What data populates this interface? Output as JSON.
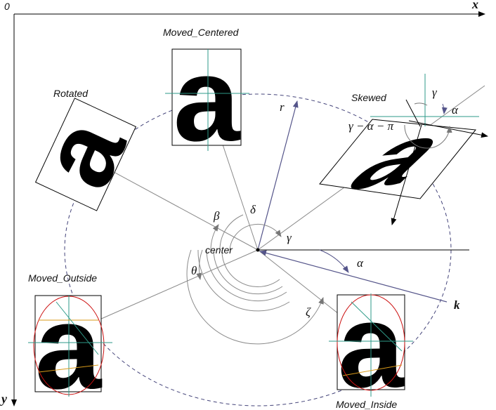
{
  "axes": {
    "origin": "0",
    "x": "x",
    "y": "y"
  },
  "labels": {
    "moved_centered": "Moved_Centered",
    "rotated": "Rotated",
    "skewed": "Skewed",
    "moved_outside": "Moved_Outside",
    "moved_inside": "Moved_Inside",
    "center": "center"
  },
  "greek": {
    "r": "r",
    "delta": "δ",
    "beta": "β",
    "gamma_center": "γ",
    "alpha_center": "α",
    "theta": "θ",
    "zeta": "ζ",
    "k": "k",
    "gamma_skew": "γ",
    "alpha_skew": "α",
    "skew_expr": "γ − α − π"
  },
  "glyph": "a",
  "colors": {
    "vector": "#55558a",
    "construct": "#8a8a8a",
    "ellipse": "#44447a",
    "cross": "#2e9a88",
    "contour": "#cc1111",
    "guide": "#d99a1a"
  }
}
